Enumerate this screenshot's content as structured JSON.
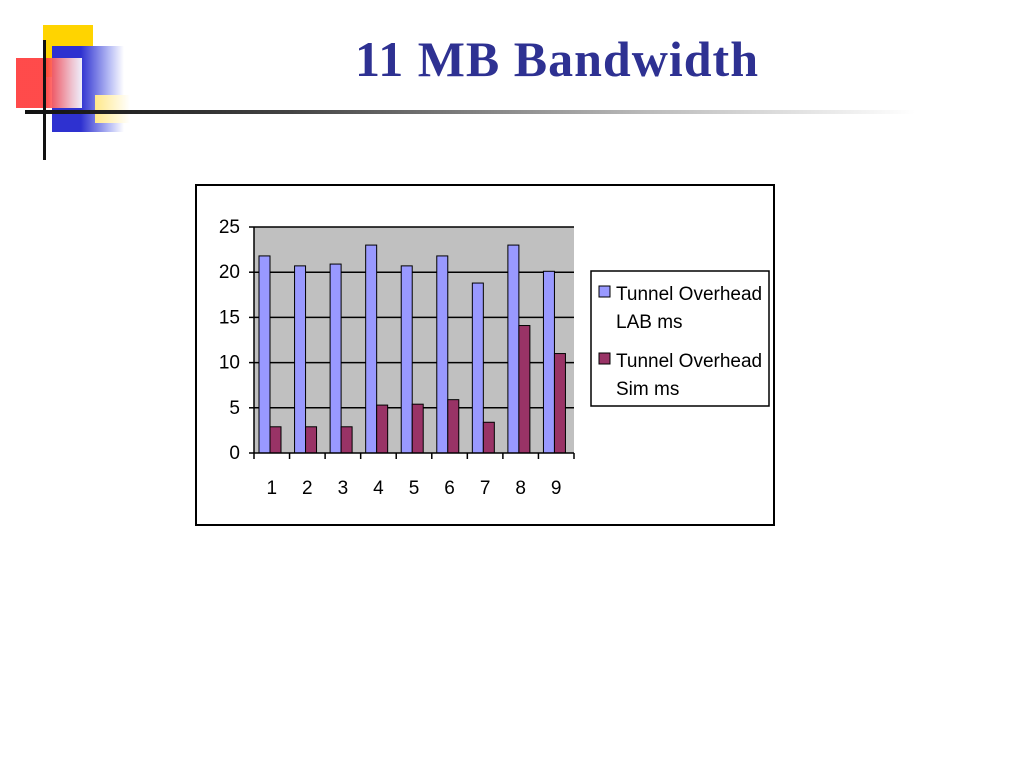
{
  "slide": {
    "title": "11 MB Bandwidth"
  },
  "colors": {
    "title": "#2e3192",
    "plot_background": "#c0c0c0",
    "series_lab": "#9999ff",
    "series_sim": "#993366",
    "deco_yellow": "#ffd400",
    "deco_blue": "#2e31d0",
    "deco_red": "#ff3b3b"
  },
  "chart_data": {
    "type": "bar",
    "title": "",
    "xlabel": "",
    "ylabel": "",
    "categories": [
      "1",
      "2",
      "3",
      "4",
      "5",
      "6",
      "7",
      "8",
      "9"
    ],
    "series": [
      {
        "name": "Tunnel Overhead LAB ms",
        "legend_lines": [
          "Tunnel Overhead",
          "LAB ms"
        ],
        "values": [
          21.8,
          20.7,
          20.9,
          23.0,
          20.7,
          21.8,
          18.8,
          23.0,
          20.1
        ]
      },
      {
        "name": "Tunnel Overhead Sim ms",
        "legend_lines": [
          "Tunnel Overhead",
          "Sim ms"
        ],
        "values": [
          2.9,
          2.9,
          2.9,
          5.3,
          5.4,
          5.9,
          3.4,
          14.1,
          11.0
        ]
      }
    ],
    "ylim": [
      0,
      25
    ],
    "yticks": [
      "0",
      "5",
      "10",
      "15",
      "20",
      "25"
    ],
    "grid": true,
    "legend_position": "right"
  }
}
